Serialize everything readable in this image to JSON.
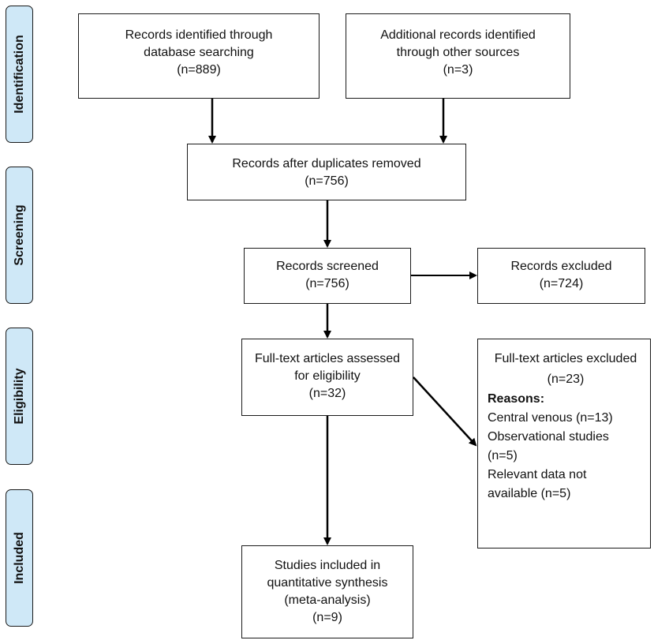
{
  "phases": {
    "identification": "Identification",
    "screening": "Screening",
    "eligibility": "Eligibility",
    "included": "Included"
  },
  "boxes": {
    "database": {
      "line1": "Records identified through",
      "line2": "database searching",
      "count": "(n=889)"
    },
    "other_sources": {
      "line1": "Additional records identified",
      "line2": "through other sources",
      "count": "(n=3)"
    },
    "after_duplicates": {
      "line1": "Records after duplicates removed",
      "count": "(n=756)"
    },
    "screened": {
      "line1": "Records screened",
      "count": "(n=756)"
    },
    "excluded": {
      "line1": "Records excluded",
      "count": "(n=724)"
    },
    "fulltext_assessed": {
      "line1": "Full-text articles assessed",
      "line2": "for eligibility",
      "count": "(n=32)"
    },
    "fulltext_excluded": {
      "title": "Full-text articles excluded",
      "count": "(n=23)",
      "reasons_label": "Reasons:",
      "reasons": [
        "Central venous (n=13)",
        "Observational studies",
        "(n=5)",
        "Relevant data not",
        "available (n=5)"
      ]
    },
    "included": {
      "line1": "Studies included in",
      "line2": "quantitative synthesis",
      "line3": "(meta-analysis)",
      "count": "(n=9)"
    }
  }
}
